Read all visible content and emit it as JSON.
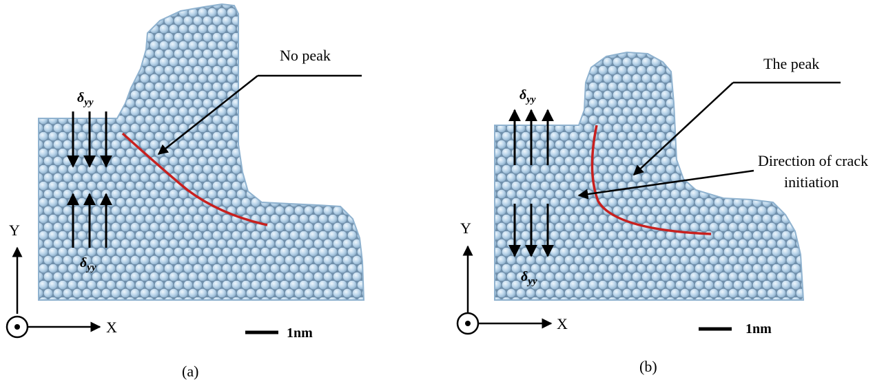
{
  "colors": {
    "atom_fill": "#b9d4ea",
    "atom_shade": "#8fb2cf",
    "atom_edge": "#7e9fbc",
    "crack_line": "#c8201e",
    "arrow": "#000000"
  },
  "panels": [
    {
      "caption": "(a)",
      "annotation": "No peak",
      "stress_top": "δyy",
      "stress_bottom": "δyy",
      "axis_y": "Y",
      "axis_x": "X",
      "scale": "1nm",
      "stress_direction": "compressive (arrows point inward)"
    },
    {
      "caption": "(b)",
      "annotation": "The peak",
      "annotation2_line1": "Direction of crack",
      "annotation2_line2": "initiation",
      "stress_top": "δyy",
      "stress_bottom": "δyy",
      "axis_y": "Y",
      "axis_x": "X",
      "scale": "1nm",
      "stress_direction": "tensile (arrows point outward)"
    }
  ]
}
